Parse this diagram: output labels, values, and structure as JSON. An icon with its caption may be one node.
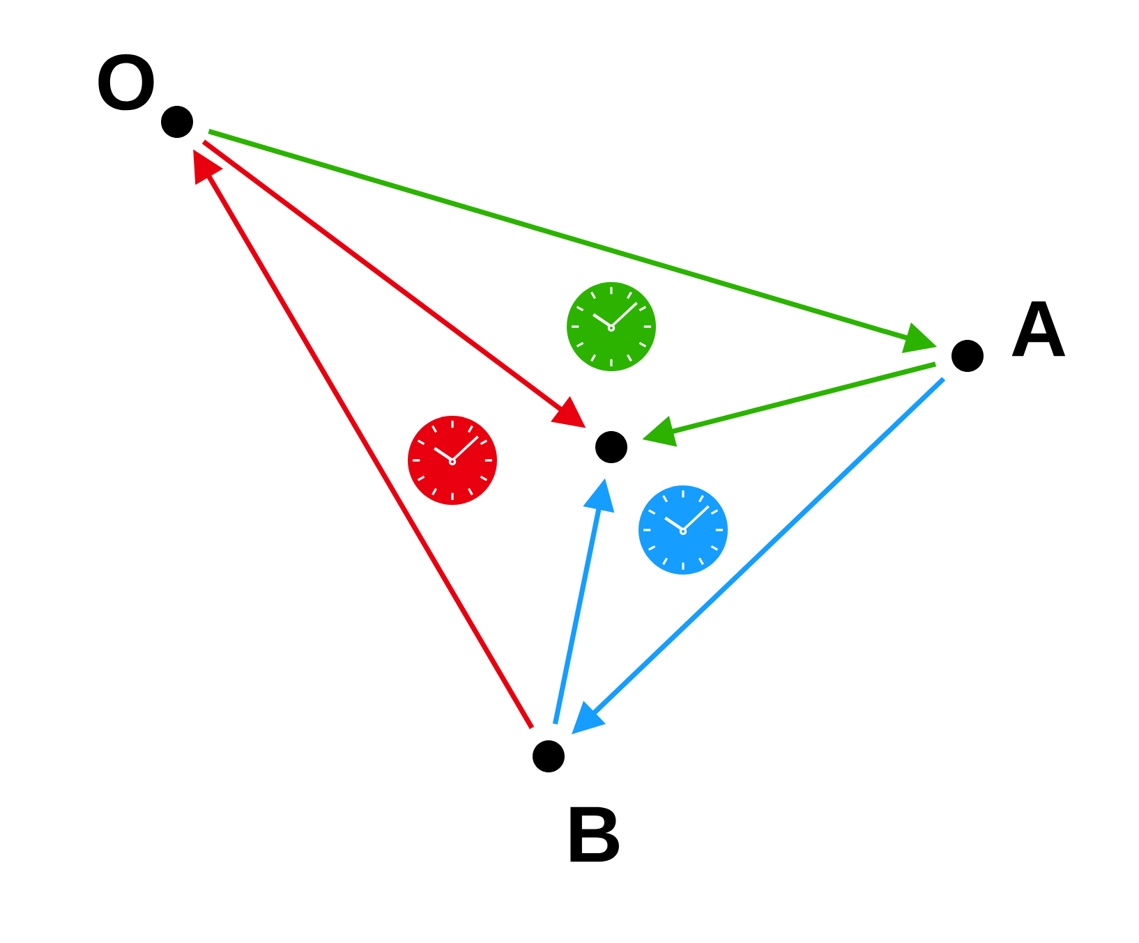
{
  "diagram": {
    "nodes": [
      {
        "text": [
          "O"
        ]
      },
      {
        "text": [
          "A"
        ]
      },
      {
        "text": [],
        "shape": "circle"
      },
      {
        "text": [
          "B"
        ]
      }
    ],
    "edges": [
      {
        "from": 0,
        "to": 1,
        "arrow": "to",
        "color": "#2bb300"
      },
      {
        "from": 1,
        "to": 2,
        "arrow": "to",
        "color": "#2bb300"
      },
      {
        "from": 0,
        "to": 2,
        "arrow": "to",
        "color": "#e8000f"
      },
      {
        "from": 3,
        "to": 0,
        "arrow": "to",
        "color": "#e8000f"
      },
      {
        "from": 1,
        "to": 3,
        "arrow": "to",
        "color": "#159dff"
      },
      {
        "from": 3,
        "to": 2,
        "arrow": "to",
        "color": "#159dff"
      }
    ]
  }
}
